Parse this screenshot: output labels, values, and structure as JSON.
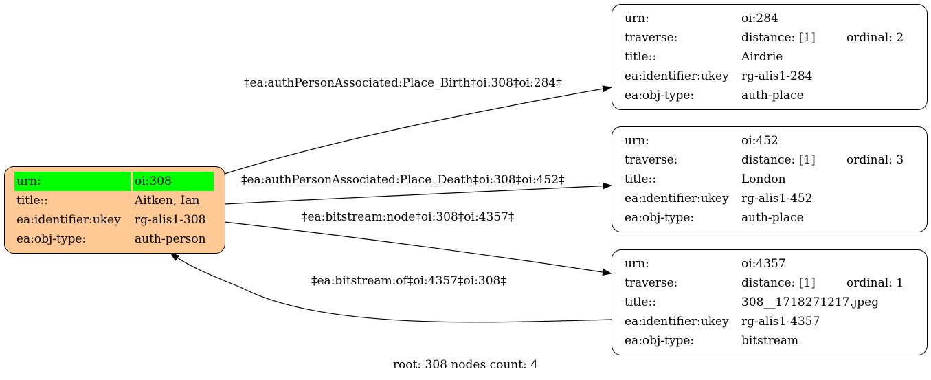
{
  "root_node": {
    "rows": [
      {
        "key": "urn:",
        "value": "oi:308"
      },
      {
        "key": "title::",
        "value": "Aitken, Ian"
      },
      {
        "key": "ea:identifier:ukey",
        "value": "rg-alis1-308"
      },
      {
        "key": "ea:obj-type:",
        "value": "auth-person"
      }
    ],
    "fill_color": "#ffc995",
    "highlight_color": "#00ff00"
  },
  "nodes": [
    {
      "urn_key": "urn:",
      "urn": "oi:284",
      "traverse_key": "traverse:",
      "distance": "distance: [1]",
      "ordinal": "ordinal: 2",
      "title_key": "title::",
      "title": "Airdrie",
      "ukey_key": "ea:identifier:ukey",
      "ukey": "rg-alis1-284",
      "type_key": "ea:obj-type:",
      "type": "auth-place"
    },
    {
      "urn_key": "urn:",
      "urn": "oi:452",
      "traverse_key": "traverse:",
      "distance": "distance: [1]",
      "ordinal": "ordinal: 3",
      "title_key": "title::",
      "title": "London",
      "ukey_key": "ea:identifier:ukey",
      "ukey": "rg-alis1-452",
      "type_key": "ea:obj-type:",
      "type": "auth-place"
    },
    {
      "urn_key": "urn:",
      "urn": "oi:4357",
      "traverse_key": "traverse:",
      "distance": "distance: [1]",
      "ordinal": "ordinal: 1",
      "title_key": "title::",
      "title": "308__1718271217.jpeg",
      "ukey_key": "ea:identifier:ukey",
      "ukey": "rg-alis1-4357",
      "type_key": "ea:obj-type:",
      "type": "bitstream"
    }
  ],
  "edges": [
    {
      "label": "‡ea:authPersonAssociated:Place_Birth‡oi:308‡oi:284‡"
    },
    {
      "label": "‡ea:authPersonAssociated:Place_Death‡oi:308‡oi:452‡"
    },
    {
      "label": "‡ea:bitstream:node‡oi:308‡oi:4357‡"
    },
    {
      "label": "‡ea:bitstream:of‡oi:4357‡oi:308‡"
    }
  ],
  "footer": "root: 308 nodes count: 4"
}
